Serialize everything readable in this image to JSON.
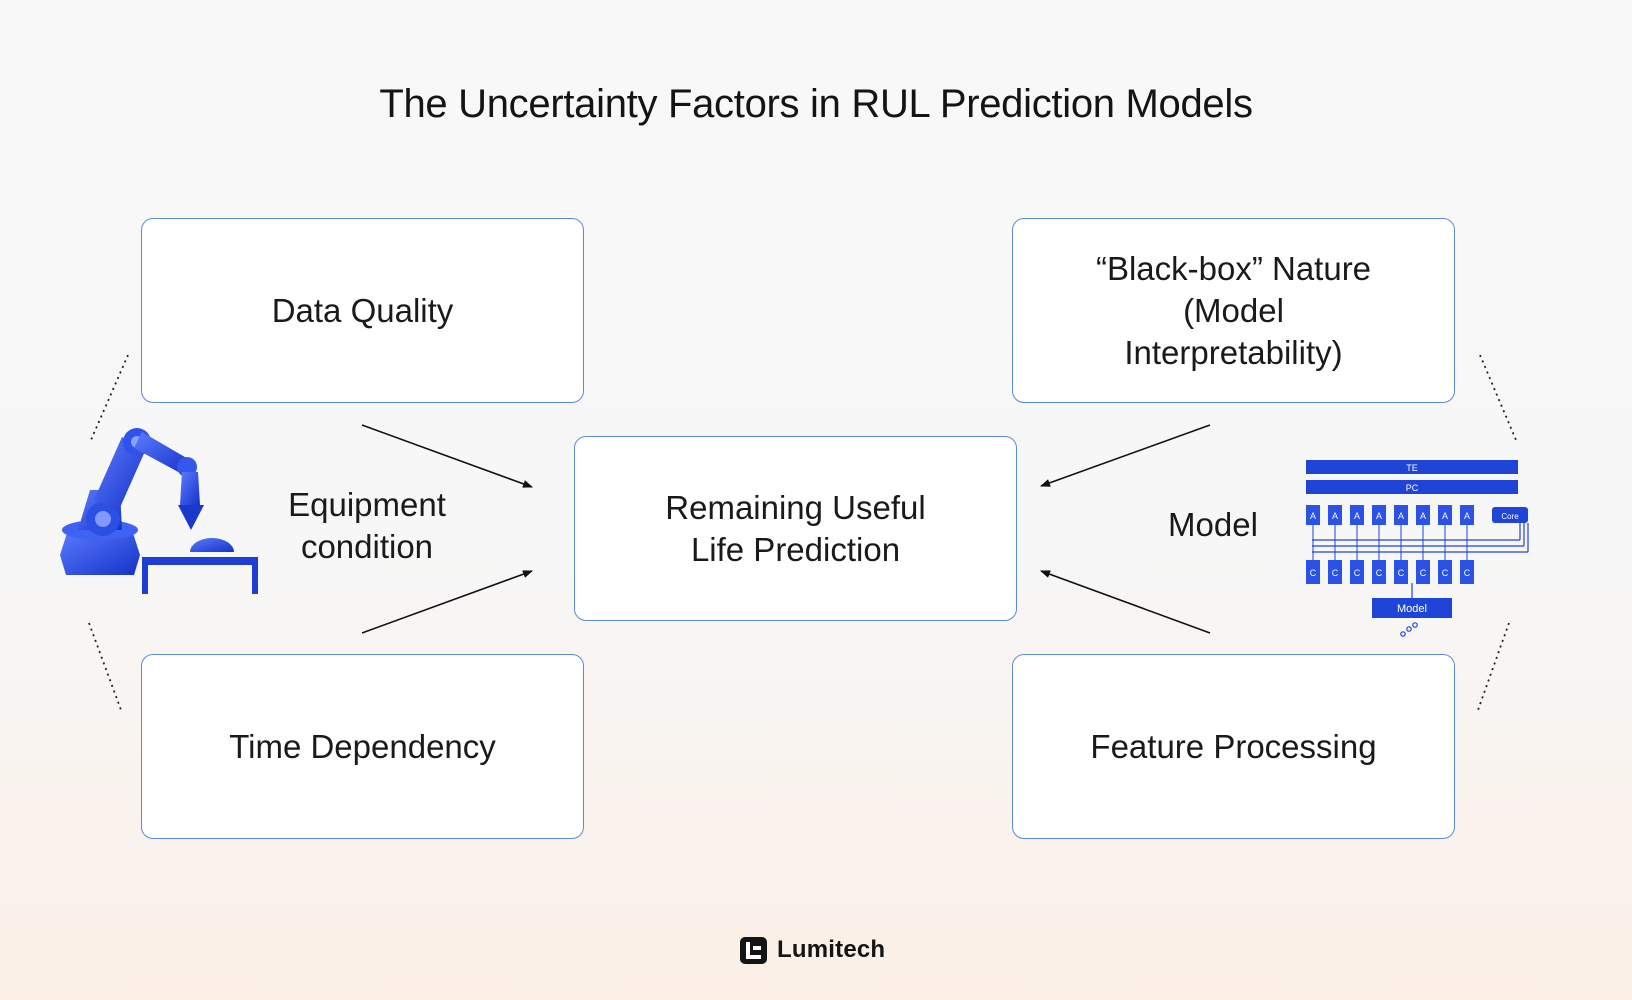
{
  "title": "The Uncertainty Factors in RUL Prediction Models",
  "boxes": {
    "data_quality": "Data Quality",
    "black_box": "“Black-box” Nature (Model Interpretability)",
    "center": "Remaining Useful Life Prediction",
    "time_dependency": "Time Dependency",
    "feature_processing": "Feature Processing"
  },
  "labels": {
    "equipment_condition": "Equipment condition",
    "model": "Model"
  },
  "model_diagram": {
    "top_bar": "TE",
    "second_bar": "PC",
    "a_cell": "A",
    "c_cell": "C",
    "core": "Core",
    "bottom": "Model"
  },
  "brand": {
    "name": "Lumitech"
  },
  "colors": {
    "box_border": "#5b8bd6",
    "icon_blue": "#1f45d8",
    "text": "#141414"
  }
}
